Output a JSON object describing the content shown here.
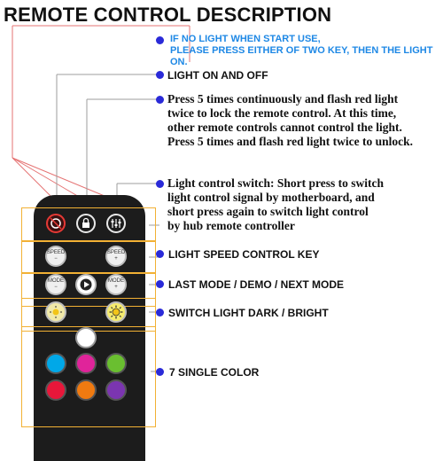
{
  "title": "REMOTE CONTROL DESCRIPTION",
  "labels": {
    "note_line1": "IF NO LIGHT WHEN START USE,",
    "note_line2": "PLEASE PRESS EITHER OF TWO KEY,  THEN THE LIGHT ON.",
    "on_off": "LIGHT ON AND OFF",
    "lock_line1": "Press 5 times continuously and flash  red light",
    "lock_line2": "twice to lock the remote control.  At this time,",
    "lock_line3": "other remote controls cannot  control the light.",
    "lock_line4": "Press 5 times and flash red light twice to unlock.",
    "switch_line1": "Light control switch: Short press to  switch",
    "switch_line2": "light control signal by motherboard,  and",
    "switch_line3": "short press again to switch light control",
    "switch_line4": "by hub remote controller",
    "speed": "LIGHT SPEED CONTROL KEY",
    "mode": "LAST MODE / DEMO / NEXT MODE",
    "bright": "SWITCH LIGHT DARK / BRIGHT",
    "color": "7 SINGLE COLOR"
  },
  "remote": {
    "icons": [
      "power-off-icon",
      "lock-icon",
      "sliders-icon"
    ],
    "speed_minus": "SPEED",
    "speed_plus": "SPEED",
    "mode_prev": "MODE",
    "mode_next": "MODE",
    "play_icon": "play-icon",
    "dark_icon": "sun-dim-icon",
    "bright_icon": "sun-bright-icon"
  },
  "colors": {
    "accent_red": "#e53935",
    "label_blue": "#1e88e5",
    "dot_blue": "#2a2ad8",
    "box_orange": "#f2b134",
    "single_colors": [
      "#ffffff",
      "#00a8e8",
      "#e0249a",
      "#6abf30",
      "#e8173a",
      "#f07a10",
      "#7b35b0"
    ]
  }
}
